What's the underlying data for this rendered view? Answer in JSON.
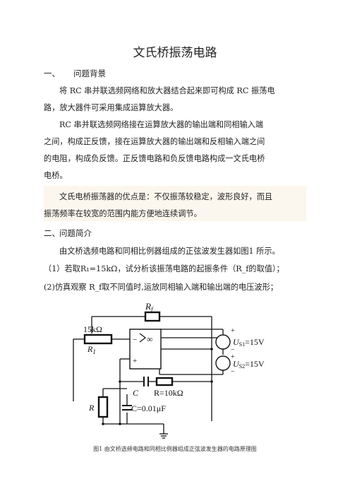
{
  "doc": {
    "title": "文氏桥振荡电路",
    "sec1": {
      "num": "一、",
      "title": "问题背景"
    },
    "p1": [
      "将 RC 串并联选频网络和放大器结合起来即可构成 RC 振荡电",
      "路，放大器件可采用集成运算放大器。"
    ],
    "p2": [
      "RC 串并联选频网络接在运算放大器的输出端和同相输入端",
      "之间，构成正反馈，接在运算放大器的输出端和反相输入端之间",
      "的电阻，构成负反馈。正反馈电路和负反馈电路构成一文氏电桥",
      "电桥。"
    ],
    "p3": [
      "文氏电桥振荡器的优点是：不仅振荡较稳定，波形良好，而且",
      "振荡频率在较宽的范围内能方便地连续调节。"
    ],
    "sec2": {
      "num": "二、",
      "title": "问题简介"
    },
    "p4": [
      "由文桥选频电路和同相比例器组成的正弦波发生器如图1 所示。",
      "（1）若取R₁=15kΩ，试分析该振荡电路的起振条件（R_f的取值）；",
      "(2)仿真观察 R_f取不同值时,运放同相输入端和输出端的电压波形；"
    ],
    "caption": "图1 由文桥选频电路和同相比例器组成正弦波发生器的电路原理图"
  },
  "circuit": {
    "rf_label": "R",
    "rf_sub": "f",
    "r1_value": "15kΩ",
    "r1_label": "R",
    "r1_sub": "1",
    "opamp_inf": "∞",
    "opamp_minus": "−",
    "opamp_plus": "+",
    "us1_label": "U",
    "us1_sub": "S1",
    "us1_value": "=15V",
    "us2_label": "U",
    "us2_sub": "S2",
    "us2_value": "=15V",
    "plus": "+",
    "minus": "−",
    "c_label": "C",
    "r_series": "R=10kΩ",
    "r_par_label": "R",
    "c_par": "C=0.01μF"
  }
}
